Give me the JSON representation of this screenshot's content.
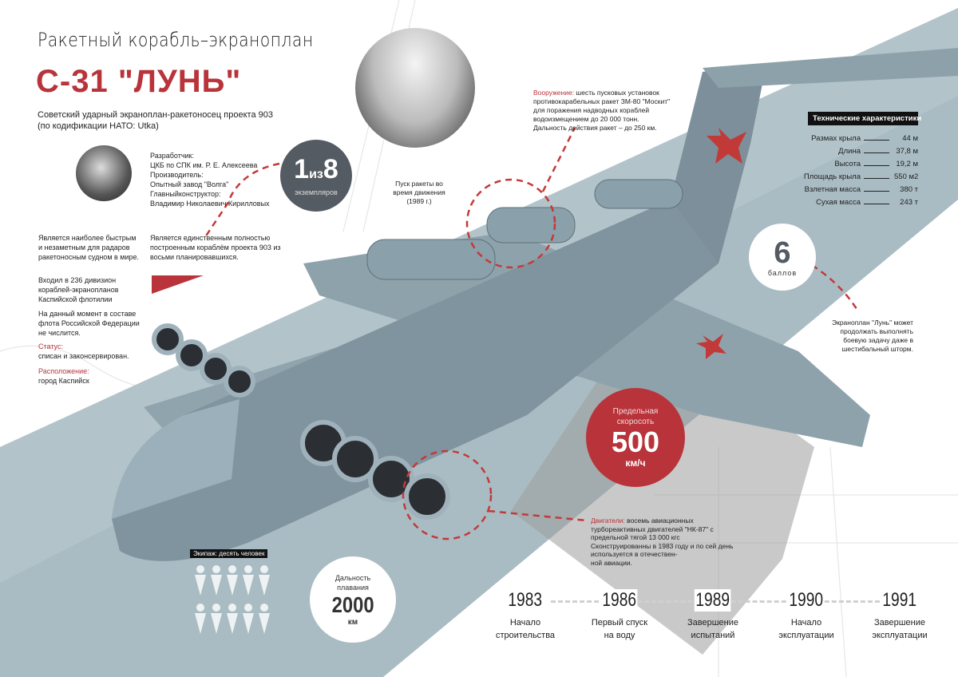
{
  "header": {
    "kicker": "Ракетный корабль–экраноплан",
    "title": "С-31 \"ЛУНЬ\"",
    "subtitle_1": "Советский ударный экраноплан-ракетоносец проекта 903",
    "subtitle_2": "(по кодификации НАТО: Utka)"
  },
  "credits_block": {
    "l1": "Разработчик:",
    "l2": "ЦКБ по СПК им. Р. Е. Алексеева",
    "l3": "Производитель:",
    "l4": "Опытный завод \"Волга\"",
    "l5": "Главныйконструктор:",
    "l6": "Владимир Николаевич Кирилловых"
  },
  "count": {
    "big1": "1",
    "mid": "из",
    "big2": "8",
    "label": "экземпляров"
  },
  "photo_caption": {
    "l1": "Пуск ракеты во",
    "l2": "время движения",
    "l3": "(1989 г.)"
  },
  "armament": {
    "label": "Вооружение:",
    "l1": " шесть пусковых установок",
    "l2": "противокарабельных ракет ЗМ-80 \"Москит\"",
    "l3": "для поражения надводных кораблей",
    "l4": "водоизмещением до 20 000 тонн.",
    "l5": "Дальность действия ракет – до 250 км."
  },
  "specs": {
    "title": "Технические характеристики",
    "rows": [
      {
        "k": "Размах крыла",
        "v": "44 м"
      },
      {
        "k": "Длина",
        "v": "37,8 м"
      },
      {
        "k": "Высота",
        "v": "19,2 м"
      },
      {
        "k": "Площадь крыла",
        "v": "550 м2"
      },
      {
        "k": "Взлетная масса",
        "v": "380 т"
      },
      {
        "k": "Сухая масса",
        "v": "243 т"
      }
    ]
  },
  "left": {
    "fast_1": "Является наиболее быстрым",
    "fast_2": "и незаметным для радаров",
    "fast_3": "ракетоносным судном в мире.",
    "only_1": "Является единственным полностью",
    "only_2": "построенным кораблём проекта 903 из",
    "only_3": "восьми планировавшихся.",
    "div_1": "Входил в 236 дивизион",
    "div_2": "кораблей-экранопланов",
    "div_3": "Каспийской флотилии",
    "fleet_1": "На данный момент в составе",
    "fleet_2": "флота Российской Федерации",
    "fleet_3": "не числится.",
    "status_label": "Статус:",
    "status": "списан и законсервирован.",
    "loc_label": "Расположение:",
    "loc": "город Каспийск"
  },
  "storm": {
    "big": "6",
    "unit": "баллов",
    "l1": "Экраноплан \"Лунь\" может",
    "l2": "продолжать выполнять",
    "l3": "боевую задачу даже в",
    "l4": "шестибальный шторм."
  },
  "speed": {
    "l1": "Предельная",
    "l2": "скоросоть",
    "value": "500",
    "unit": "км/ч"
  },
  "engines": {
    "label": "Двигатели:",
    "l1": " восемь авиационных",
    "l2": "турбореактивных двигателей \"НК-87\" с",
    "l3": "предельной тягой 13 000 кгс",
    "l4": "Сконструированны в 1983 году и по сей день",
    "l5": "используется в отечествен-",
    "l6": "ной авиации."
  },
  "crew": {
    "label": "Экипаж: десять человек",
    "count": 10
  },
  "range": {
    "l1": "Дальность",
    "l2": "плавания",
    "value": "2000",
    "unit": "км"
  },
  "timeline": [
    {
      "year": "1983",
      "l1": "Начало",
      "l2": "строительства"
    },
    {
      "year": "1986",
      "l1": "Первый спуск",
      "l2": "на воду"
    },
    {
      "year": "1989",
      "l1": "Завершение",
      "l2": "испытаний"
    },
    {
      "year": "1990",
      "l1": "Начало",
      "l2": "эксплуатации"
    },
    {
      "year": "1991",
      "l1": "Завершение",
      "l2": "эксплуатации"
    }
  ],
  "colors": {
    "red": "#b8343a",
    "dark": "#555b63",
    "sea": "#a9bcc3",
    "hull": "#8fa3ad"
  }
}
